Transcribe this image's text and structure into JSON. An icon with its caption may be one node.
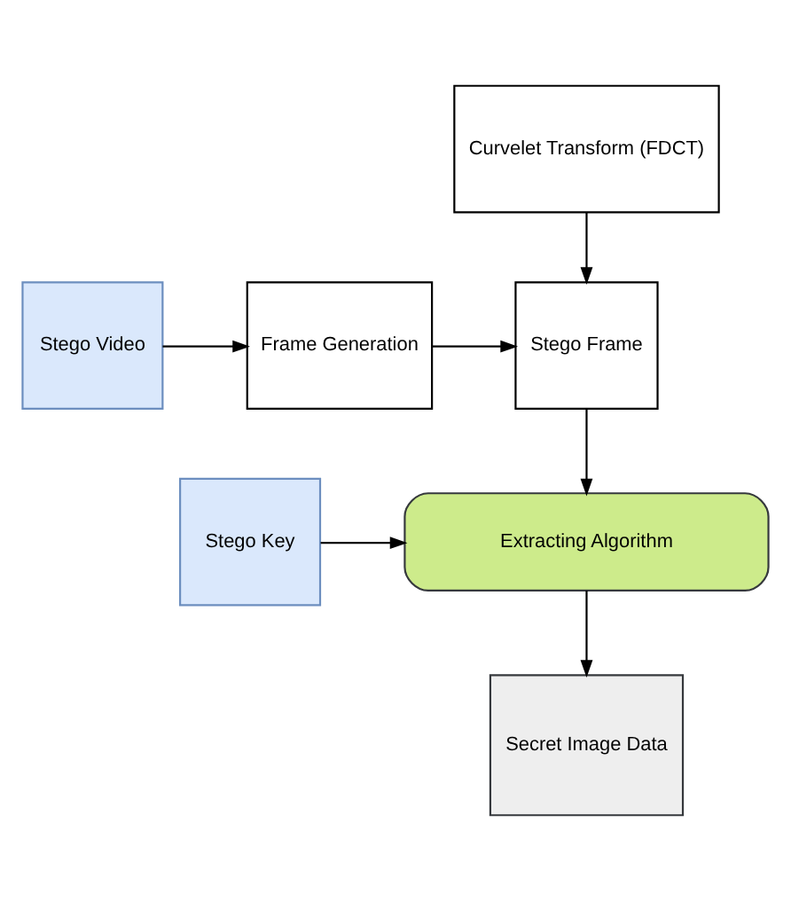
{
  "diagram": {
    "nodes": [
      {
        "text": [
          "Curvelet Transform (FDCT)"
        ]
      },
      {
        "text": [
          "Stego Video"
        ]
      },
      {
        "text": [
          "Frame Generation"
        ]
      },
      {
        "text": [
          "Stego Frame"
        ]
      },
      {
        "text": [
          "Stego Key"
        ]
      },
      {
        "text": [
          "Extracting Algorithm"
        ]
      },
      {
        "text": [
          "Secret Image Data"
        ]
      }
    ],
    "edges": [
      {
        "from": 1,
        "to": 2,
        "arrow": "to"
      },
      {
        "from": 2,
        "to": 3,
        "arrow": "to"
      },
      {
        "from": 0,
        "to": 3,
        "arrow": "to"
      },
      {
        "from": 3,
        "to": 5,
        "arrow": "to"
      },
      {
        "from": 4,
        "to": 5,
        "arrow": "to"
      },
      {
        "from": 5,
        "to": 6,
        "arrow": "to"
      }
    ]
  }
}
